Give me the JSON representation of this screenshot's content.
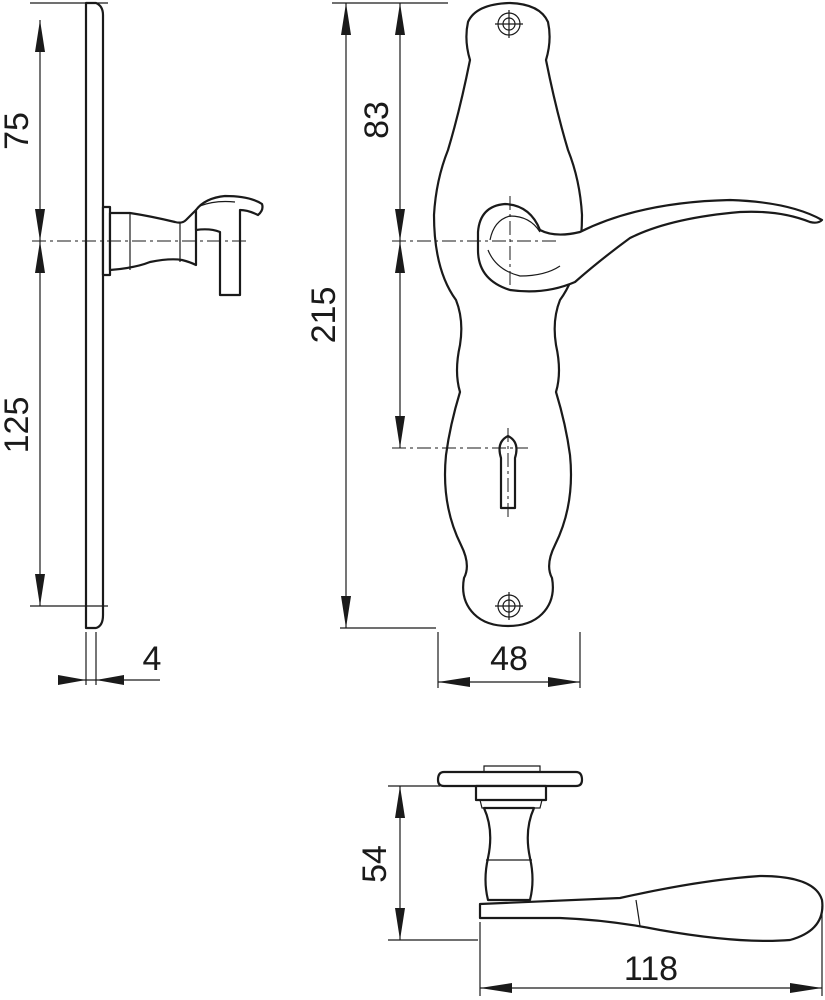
{
  "dimensions": {
    "side_upper": "75",
    "side_lower": "125",
    "thickness": "4",
    "spindle_to_top": "83",
    "overall_height": "215",
    "plate_width": "48",
    "handle_height": "54",
    "handle_length": "118"
  }
}
